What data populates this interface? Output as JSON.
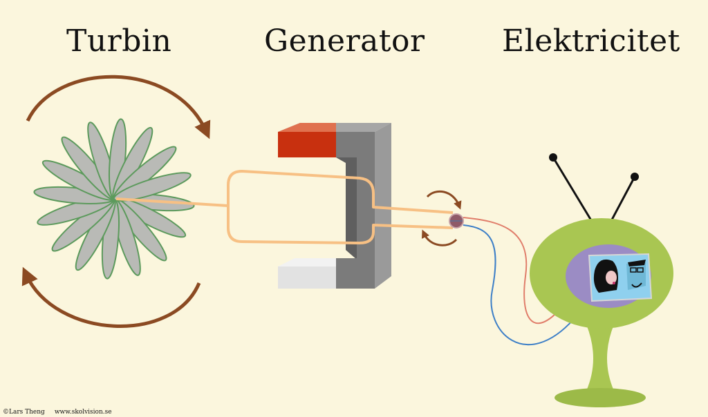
{
  "labels": {
    "turbine": "Turbin",
    "generator": "Generator",
    "electricity": "Elektricitet"
  },
  "credits": {
    "author": "©Lars Theng",
    "website": "www.skolvision.se"
  },
  "colors": {
    "background": "#fbf6dd",
    "rotation_arrows": "#8b4a22",
    "turbine_blade": "#b9bab6",
    "blade_edge": "#5c9a5c",
    "shaft_coil": "#f7c084",
    "magnet_body": "#7d7d7d",
    "magnet_north": "#c8300f",
    "magnet_south": "#e4e4e4",
    "tv_body": "#a9c652",
    "tv_screen_frame": "#9b8cc4",
    "wire_red": "#e07d6a",
    "wire_blue": "#3d7fc7"
  },
  "icons": [
    "turbine-rotor-icon",
    "magnet-icon",
    "tv-icon",
    "rotation-arrow-icon"
  ]
}
